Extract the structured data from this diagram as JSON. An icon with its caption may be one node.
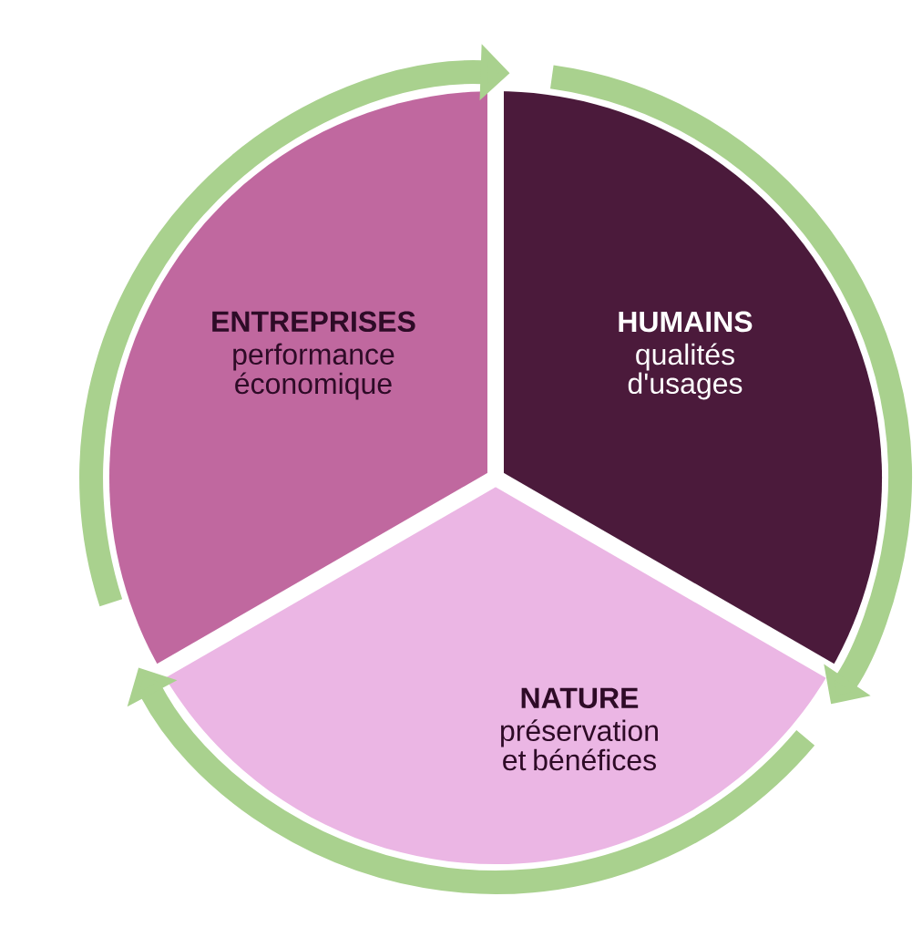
{
  "diagram": {
    "nodes": [
      {
        "text": [
          "ENTREPRISES",
          "performance économique"
        ]
      },
      {
        "text": [
          "HUMAINS",
          "qualités d'usages"
        ]
      },
      {
        "text": [
          "NATURE",
          "préservation et bénéfices"
        ]
      }
    ],
    "edges": [
      {
        "from": 0,
        "to": 1,
        "arrow": "to"
      },
      {
        "from": 1,
        "to": 2,
        "arrow": "to"
      },
      {
        "from": 2,
        "to": 0,
        "arrow": "to"
      }
    ]
  }
}
